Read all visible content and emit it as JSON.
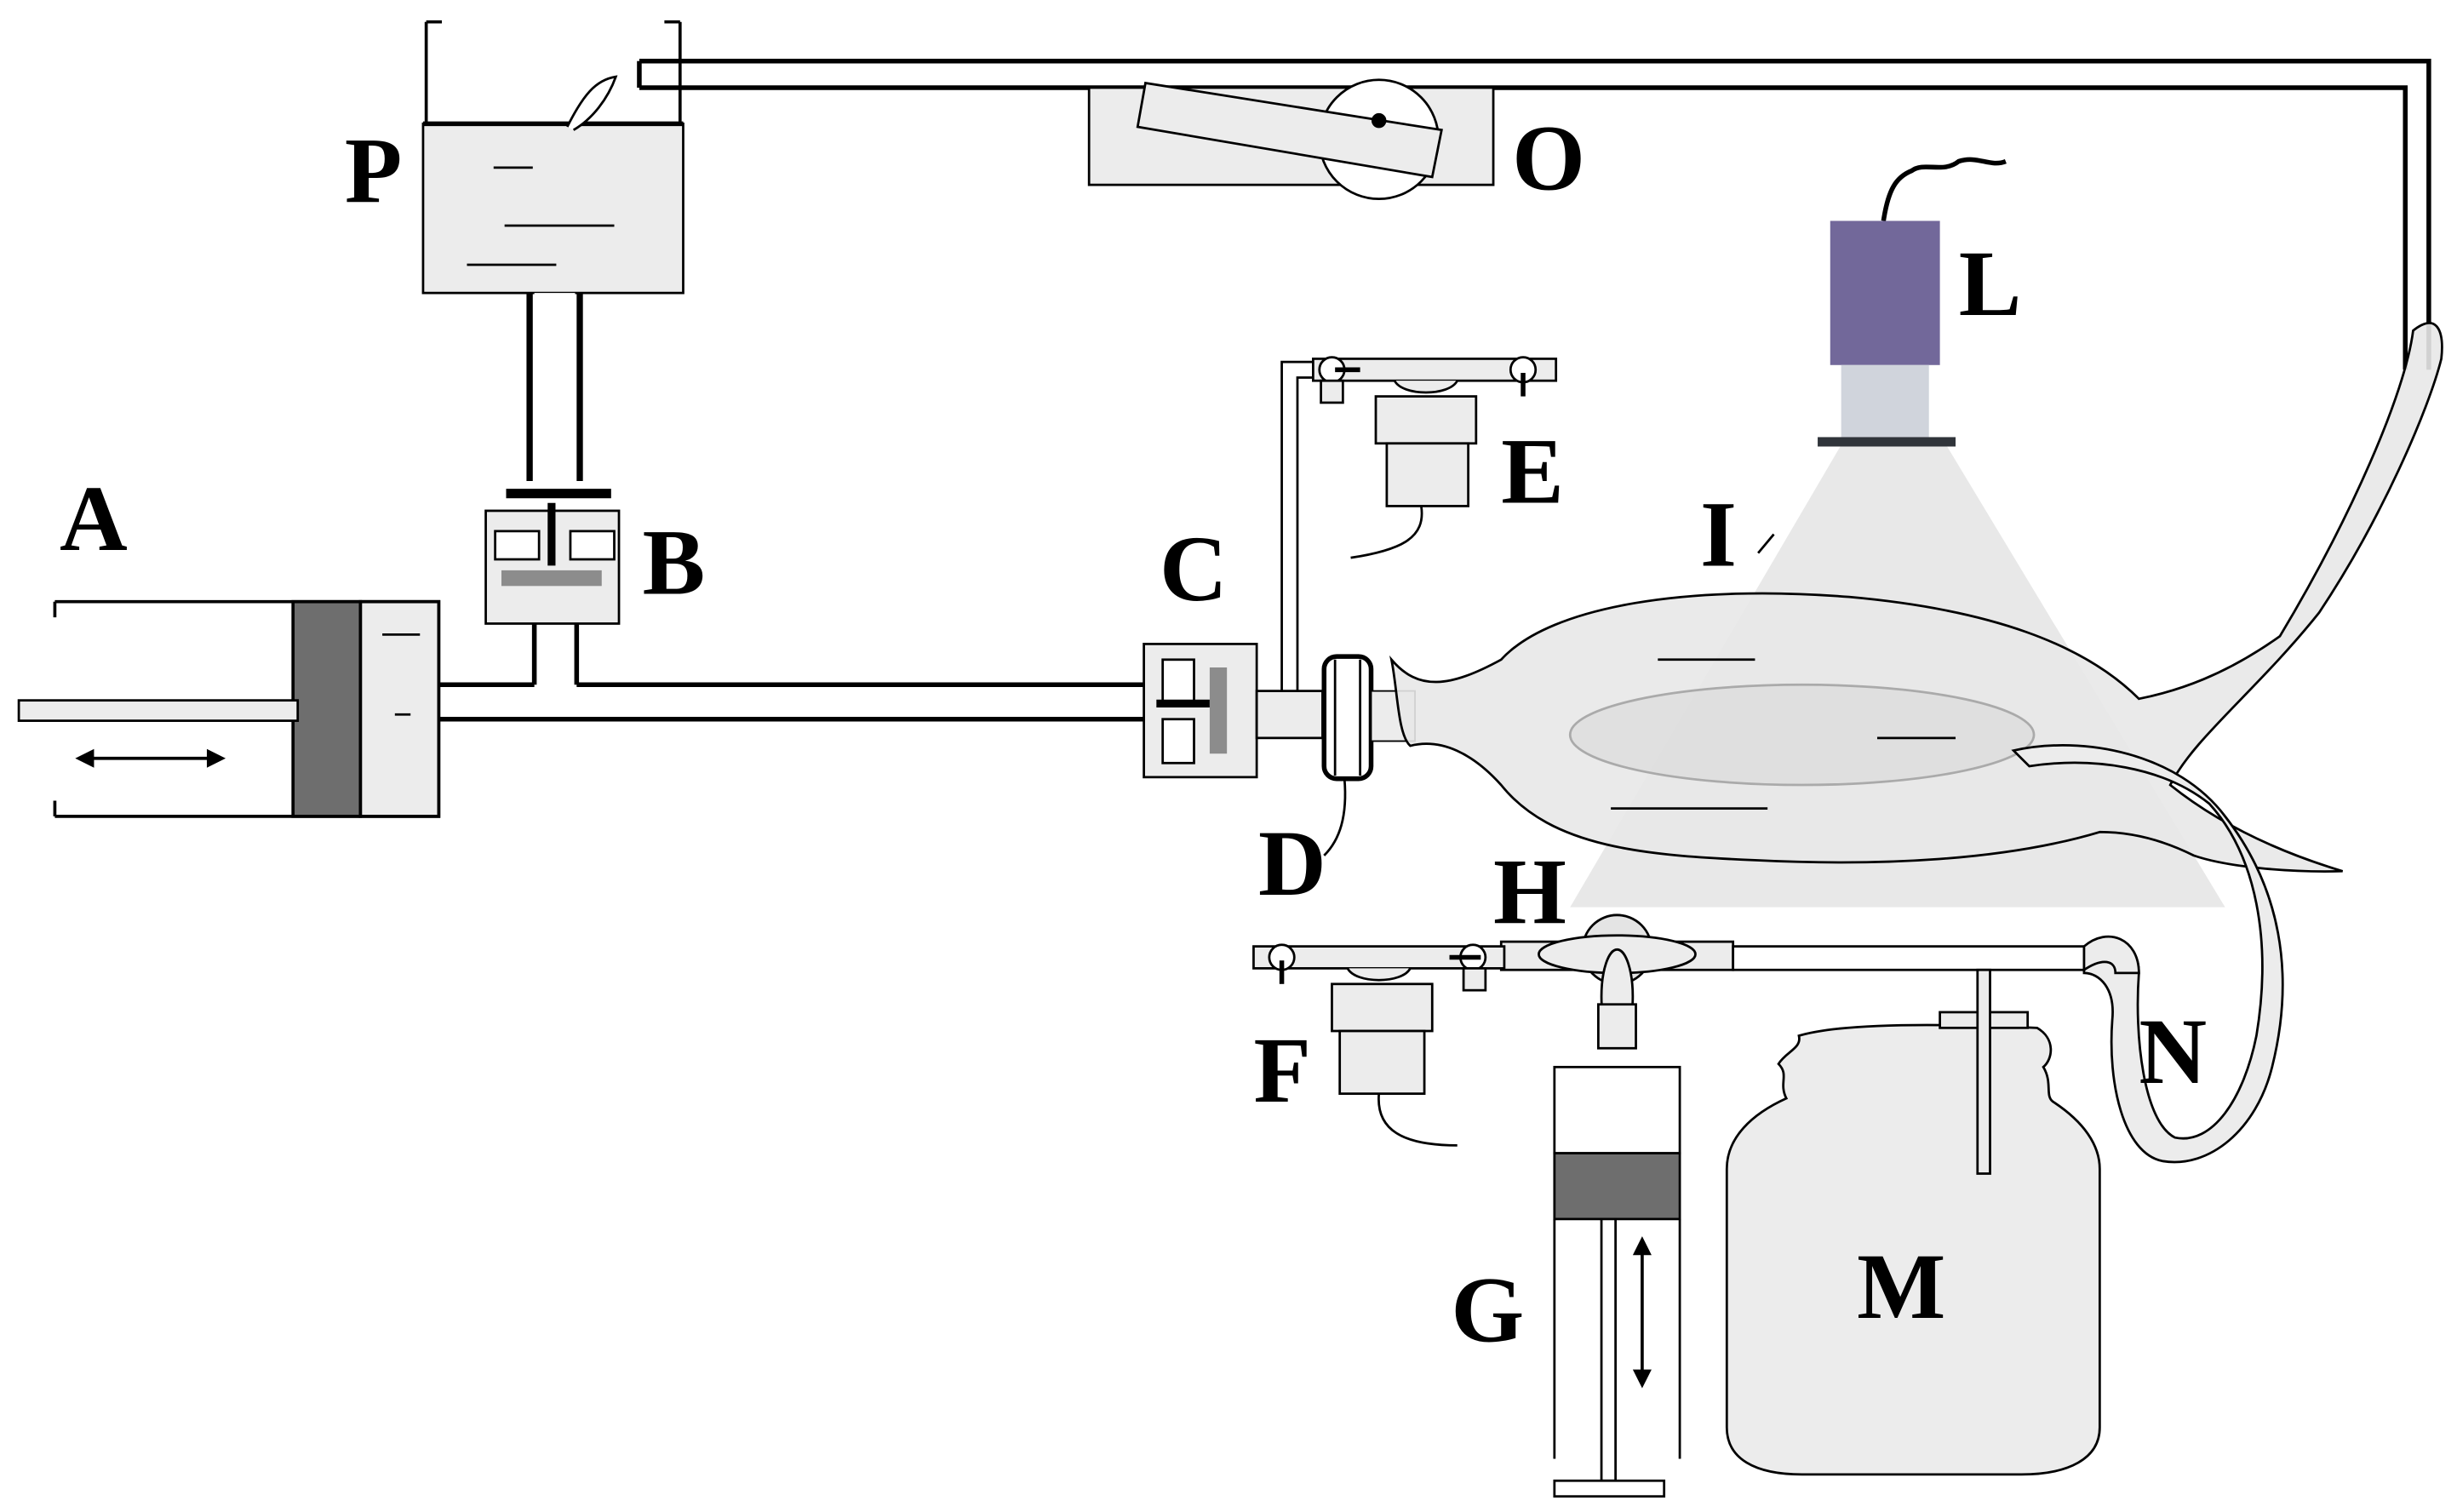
{
  "labels": {
    "A": "A",
    "B": "B",
    "C": "C",
    "D": "D",
    "E": "E",
    "F": "F",
    "G": "G",
    "H": "H",
    "I": "I",
    "L": "L",
    "M": "M",
    "N": "N",
    "O": "O",
    "P": "P"
  },
  "colors": {
    "line": "#000000",
    "fill": "#ececec",
    "piston": "#6e6e6e",
    "camera": "#72689a",
    "organ": "#e8e8e8",
    "light_cone": "#d9d9d9"
  }
}
